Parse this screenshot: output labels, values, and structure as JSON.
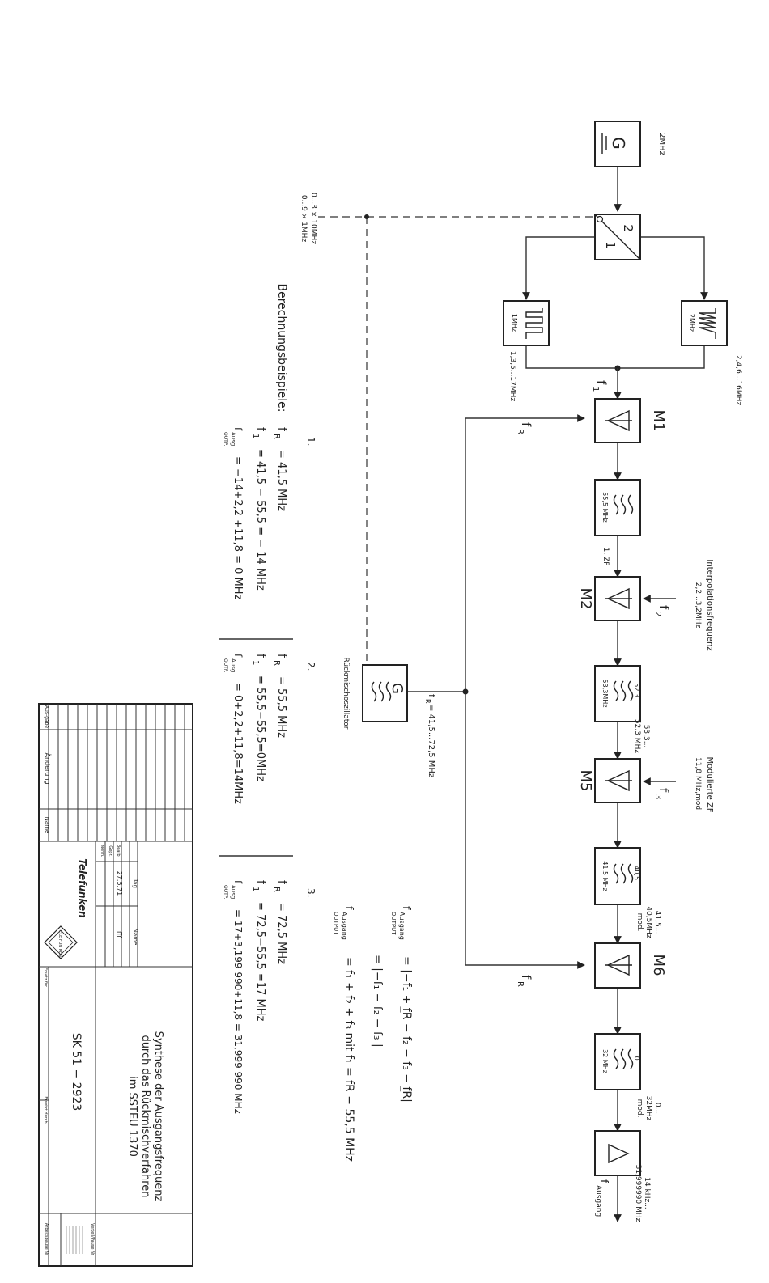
{
  "generator_top": {
    "letter": "G",
    "freq": "2MHz"
  },
  "divider": {
    "numerator": "2",
    "denominator": "1"
  },
  "ctrl_label": {
    "line1": "0...3 × 10MHz",
    "line2": "0...9 × 1MHz"
  },
  "pulse_2mhz": {
    "inner": "2MHz",
    "out": "2,4,6...16MHz"
  },
  "pulse_1mhz": {
    "inner": "1MHz",
    "out": "1,3,5...17MHz"
  },
  "f1": "f",
  "f1_sub": "1",
  "fR": "f",
  "fR_sub": "R",
  "mixers": {
    "m1": "M1",
    "m2": "M2",
    "m5": "M5",
    "m6": "M6"
  },
  "filter1": {
    "inner": "55,5 MHz",
    "out": "1. ZF"
  },
  "filter2": {
    "inner_a": "52,3...",
    "inner_b": "53,3MHz",
    "out_a": "53,3...",
    "out_b": "52,3 MHz"
  },
  "filter3": {
    "inner_a": "40,5...",
    "inner_b": "41,5 MHz",
    "out_a": "41,5...",
    "out_b": "40,5MHz",
    "out_c": "mod."
  },
  "filter4": {
    "inner_a": "0...",
    "inner_b": "32 MHz",
    "out_a": "0...",
    "out_b": "32MHz",
    "out_c": "mod."
  },
  "amp_out": {
    "line1": "14 kHz...",
    "line2": "31,999990 MHz",
    "f": "f",
    "sub": "Ausgang"
  },
  "interp": {
    "title": "Interpolationsfrequenz",
    "range": "2,2...3,2MHz",
    "f": "f",
    "sub": "2"
  },
  "modzf": {
    "title": "Modulierte ZF",
    "range": "11,8 MHz,mod.",
    "f": "f",
    "sub": "3"
  },
  "osc": {
    "letter": "G",
    "name": "Rückmischoszillator",
    "freq": "f",
    "freq_sub": "R",
    "freq_val": "= 41,5...72,5 MHz"
  },
  "formulas": {
    "fA": "f",
    "fA_sub": "Ausgang",
    "output": "OUTPUT",
    "line1": "= |−f₁ + f̲R − f₂ − f₃ − f̲R|",
    "line2": "= |−f₁ − f₂ − f₃ |",
    "line3": "= f₁ + f₂ + f₃  mit  f₁ = fR − 55,5 MHz"
  },
  "examples": {
    "title": "Berechnungsbeispiele:",
    "ex1": {
      "num": "1.",
      "fr": "= 41,5 MHz",
      "f1": "= 41,5 − 55,5 = − 14 MHz",
      "out": "= −14+2,2 +11,8 = 0 MHz"
    },
    "ex2": {
      "num": "2.",
      "fr": "= 55,5 MHz",
      "f1": "= 55,5−55,5=0MHz",
      "out": "= 0+2,2+11,8=14MHz"
    },
    "ex3": {
      "num": "3.",
      "fr": "= 72,5 MHz",
      "f1": "= 72,5−55,5 =17 MHz",
      "out": "= 17+3,199 990+11,8 = 31,999 990 MHz"
    },
    "fR": "f",
    "fR_sub": "R",
    "f1": "f",
    "f1_sub": "1",
    "fA": "f",
    "fA_sub": "Ausg.",
    "outp": "OUTP."
  },
  "title_block": {
    "ausgabe": "Aus-gabe",
    "aenderung": "Änderung",
    "name": "Name",
    "company": "Telefunken",
    "logo": "TELE FUN KEN",
    "tag": "Tag",
    "name2": "Name",
    "bearb": "Bearb.",
    "gepr": "Gepr.",
    "norm": "Norm.",
    "date": "27.5.71",
    "sig": "fff",
    "title_l1": "Synthese der Ausgangsfrequenz",
    "title_l2": "durch das Rückmischverfahren",
    "title_l3": "im SSTEU 1370",
    "doc_no": "SK 51 − 2923",
    "ersatz_fuer": "Ersatz für",
    "ersetzt_durch": "Ersetzt durch",
    "verteil": "Verteil/Pause Nr",
    "arbeits": "Arbeitspause Nr"
  }
}
